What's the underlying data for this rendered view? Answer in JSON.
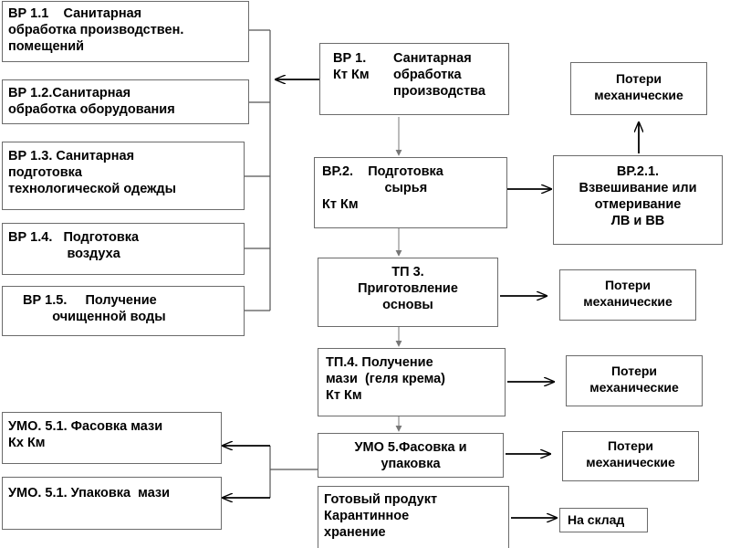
{
  "left_boxes": {
    "vr11": [
      "ВР 1.1    Санитарная",
      "обработка производствен.",
      "помещений"
    ],
    "vr12": [
      "ВР 1.2.Санитарная",
      "обработка оборудования"
    ],
    "vr13": [
      "ВР 1.3. Санитарная",
      "подготовка",
      "технологической одежды"
    ],
    "vr14": [
      "ВР 1.4.   Подготовка",
      "                воздуха"
    ],
    "vr15": [
      "ВР 1.5.     Получение",
      "        очищенной воды"
    ],
    "umo51a": [
      "УМО. 5.1. Фасовка мази",
      "Кх Км"
    ],
    "umo51b": [
      "УМО. 5.1. Упаковка  мази"
    ]
  },
  "center_boxes": {
    "vr1": {
      "code": [
        "ВР 1.",
        "Кт Км"
      ],
      "text": [
        "Санитарная",
        "обработка",
        "производства"
      ]
    },
    "vr2": [
      "ВР.2.    Подготовка",
      "                 сырья",
      "Кт Км"
    ],
    "tp3": [
      "ТП 3.",
      "Приготовление",
      "основы"
    ],
    "tp4": [
      "ТП.4. Получение",
      "мази  (геля крема)",
      "Кт Км"
    ],
    "umo5": [
      "УМО 5.Фасовка и",
      "упаковка"
    ],
    "product": [
      "Готовый продукт",
      "Карантинное",
      "хранение"
    ]
  },
  "right_boxes": {
    "loss_top": [
      "Потери",
      "механические"
    ],
    "vr21": [
      "ВР.2.1.",
      "Взвешивание или",
      "отмеривание",
      "ЛВ и ВВ"
    ],
    "loss_tp3": [
      "Потери",
      "механические"
    ],
    "loss_tp4": [
      "Потери",
      "механические"
    ],
    "loss_umo5": [
      "Потери",
      "механические"
    ],
    "warehouse": [
      "На склад"
    ]
  },
  "colors": {
    "border": "#6b6b6b",
    "line": "#555555",
    "text": "#000000"
  }
}
